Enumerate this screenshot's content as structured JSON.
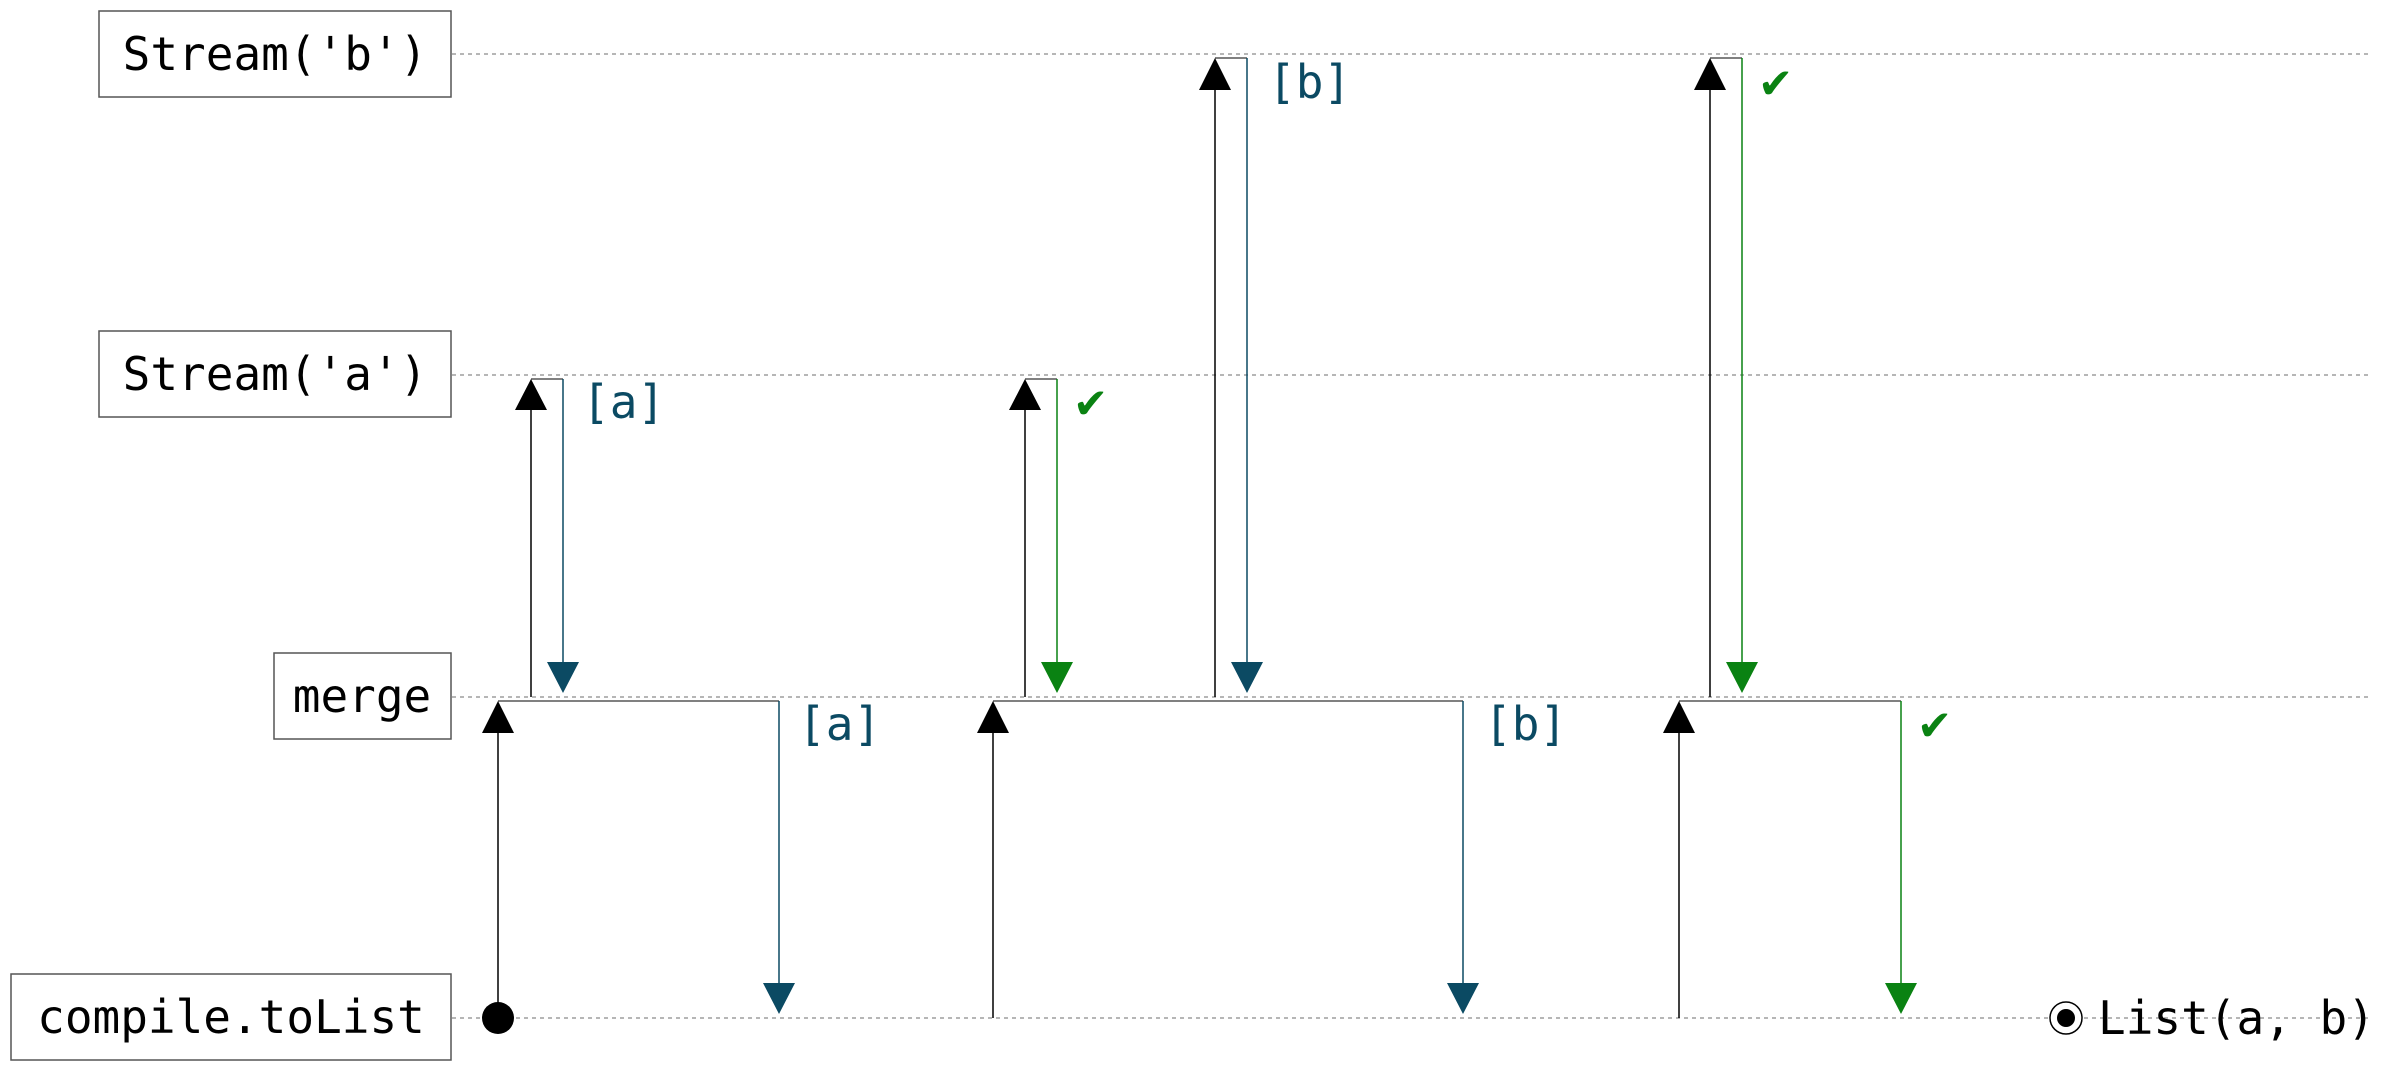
{
  "lanes": [
    {
      "id": "b",
      "label": "Stream('b')"
    },
    {
      "id": "a",
      "label": "Stream('a')"
    },
    {
      "id": "merge",
      "label": "merge"
    },
    {
      "id": "compile",
      "label": "compile.toList"
    }
  ],
  "colors": {
    "request": "#000000",
    "emit": "#0b4a63",
    "done": "#0a8212",
    "guide": "#9e9e9e"
  },
  "signals": [
    {
      "kind": "request",
      "from": "merge",
      "to": "a"
    },
    {
      "kind": "emit",
      "from": "a",
      "to": "merge",
      "text": "[a]"
    },
    {
      "kind": "request",
      "from": "compile",
      "to": "merge"
    },
    {
      "kind": "emit",
      "from": "merge",
      "to": "compile",
      "text": "[a]"
    },
    {
      "kind": "request",
      "from": "merge",
      "to": "a"
    },
    {
      "kind": "done",
      "from": "a",
      "to": "merge",
      "text": "✔"
    },
    {
      "kind": "request",
      "from": "merge",
      "to": "b"
    },
    {
      "kind": "emit",
      "from": "b",
      "to": "merge",
      "text": "[b]"
    },
    {
      "kind": "request",
      "from": "compile",
      "to": "merge"
    },
    {
      "kind": "emit",
      "from": "merge",
      "to": "compile",
      "text": "[b]"
    },
    {
      "kind": "request",
      "from": "merge",
      "to": "b"
    },
    {
      "kind": "done",
      "from": "b",
      "to": "merge",
      "text": "✔"
    },
    {
      "kind": "request",
      "from": "compile",
      "to": "merge"
    },
    {
      "kind": "done",
      "from": "merge",
      "to": "compile",
      "text": "✔"
    }
  ],
  "result": {
    "icon": "result-target-icon",
    "text": "List(a, b)"
  }
}
